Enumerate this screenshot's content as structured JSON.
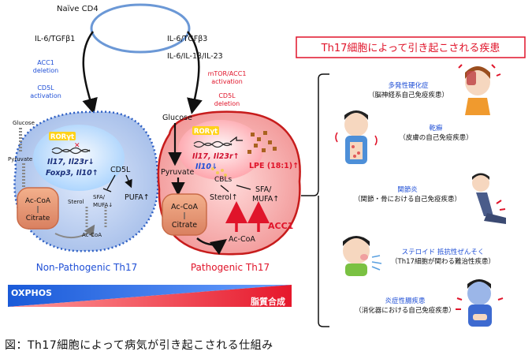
{
  "top": {
    "naive": "Naïve CD4",
    "left_cytokines": "IL-6/TGFβ1",
    "right_cytokines": "IL-6/TGFβ3",
    "right_cytokines2": "IL-6/IL-1β/IL-23",
    "left_note1a": "ACC1",
    "left_note1b": "deletion",
    "left_note2a": "CD5L",
    "left_note2b": "activation",
    "right_note1a": "mTOR/ACC1",
    "right_note1b": "activation",
    "right_note2a": "CD5L",
    "right_note2b": "deletion"
  },
  "nonpath": {
    "glucose": "Glucose",
    "pyruvate": "Pyruvate",
    "acoa": "Ac-CoA",
    "citrate": "Citrate",
    "sterol": "Sterol",
    "acoa2": "Ac-CoA",
    "ror": "RORγt",
    "genes1": "Il17, Il23r↓",
    "genes2": "Foxp3, Il10↑",
    "cd5l": "CD5L",
    "sfa1": "SFA/",
    "sfa2": "MUFA↓",
    "pufa": "PUFA↑",
    "label": "Non-Pathogenic Th17"
  },
  "path": {
    "glucose": "Glucose",
    "pyruvate": "Pyruvate",
    "acoa": "Ac-CoA",
    "citrate": "Citrate",
    "ror": "RORγt",
    "genes1": "Il17, Il23r↑",
    "genes2": "Il10↓",
    "lpe": "LPE (18:1)↑",
    "cbls": "CBLs",
    "sterol": "Sterol↑",
    "sfa1": "SFA/",
    "sfa2": "MUFA↑",
    "acoa2": "Ac-CoA",
    "acc1": "ACC1",
    "label": "Pathogenic Th17"
  },
  "bar": {
    "oxphos": "OXPHOS",
    "lipid": "脂質合成"
  },
  "right": {
    "title": "Th17細胞によって引き起こされる疾患",
    "diseases": [
      {
        "name": "多発性硬化症",
        "desc": "（脳神経系自己免疫疾患）"
      },
      {
        "name": "乾癬",
        "desc": "（皮膚の自己免疫疾患）"
      },
      {
        "name": "関節炎",
        "desc": "（関節・骨における自己免疫疾患）"
      },
      {
        "name": "ステロイド 抵抗性ぜんそく",
        "desc": "（Th17細胞が関わる難治性疾患）"
      },
      {
        "name": "炎症性腸疾患",
        "desc": "（消化器における自己免疫疾患）"
      }
    ]
  },
  "caption": "図：Th17細胞によって病気が引き起こされる仕組み",
  "colors": {
    "blue_text": "#1f4fd6",
    "red_text": "#e0142a",
    "nonpath_cell": "#b9cdf0",
    "path_cell": "#f7b5b5"
  }
}
